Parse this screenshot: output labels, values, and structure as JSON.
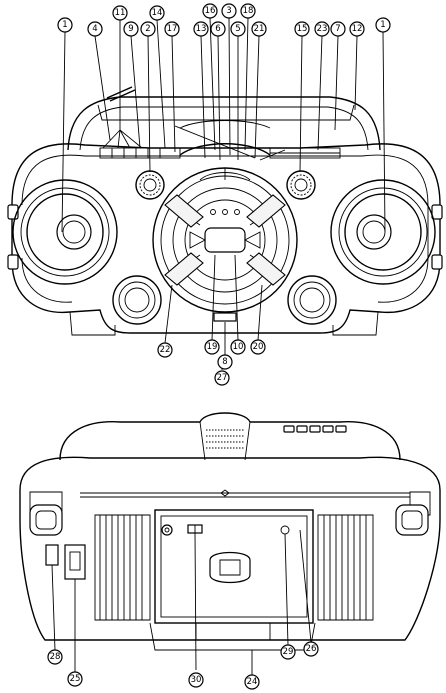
{
  "front_view": {
    "callouts": [
      "1",
      "11",
      "9",
      "2",
      "14",
      "17",
      "13",
      "16",
      "6",
      "3",
      "5",
      "18",
      "21",
      "15",
      "23",
      "7",
      "12",
      "1",
      "4",
      "22",
      "19",
      "8",
      "10",
      "20",
      "27"
    ]
  },
  "rear_view": {
    "callouts": [
      "28",
      "25",
      "30",
      "29",
      "26",
      "24"
    ]
  }
}
